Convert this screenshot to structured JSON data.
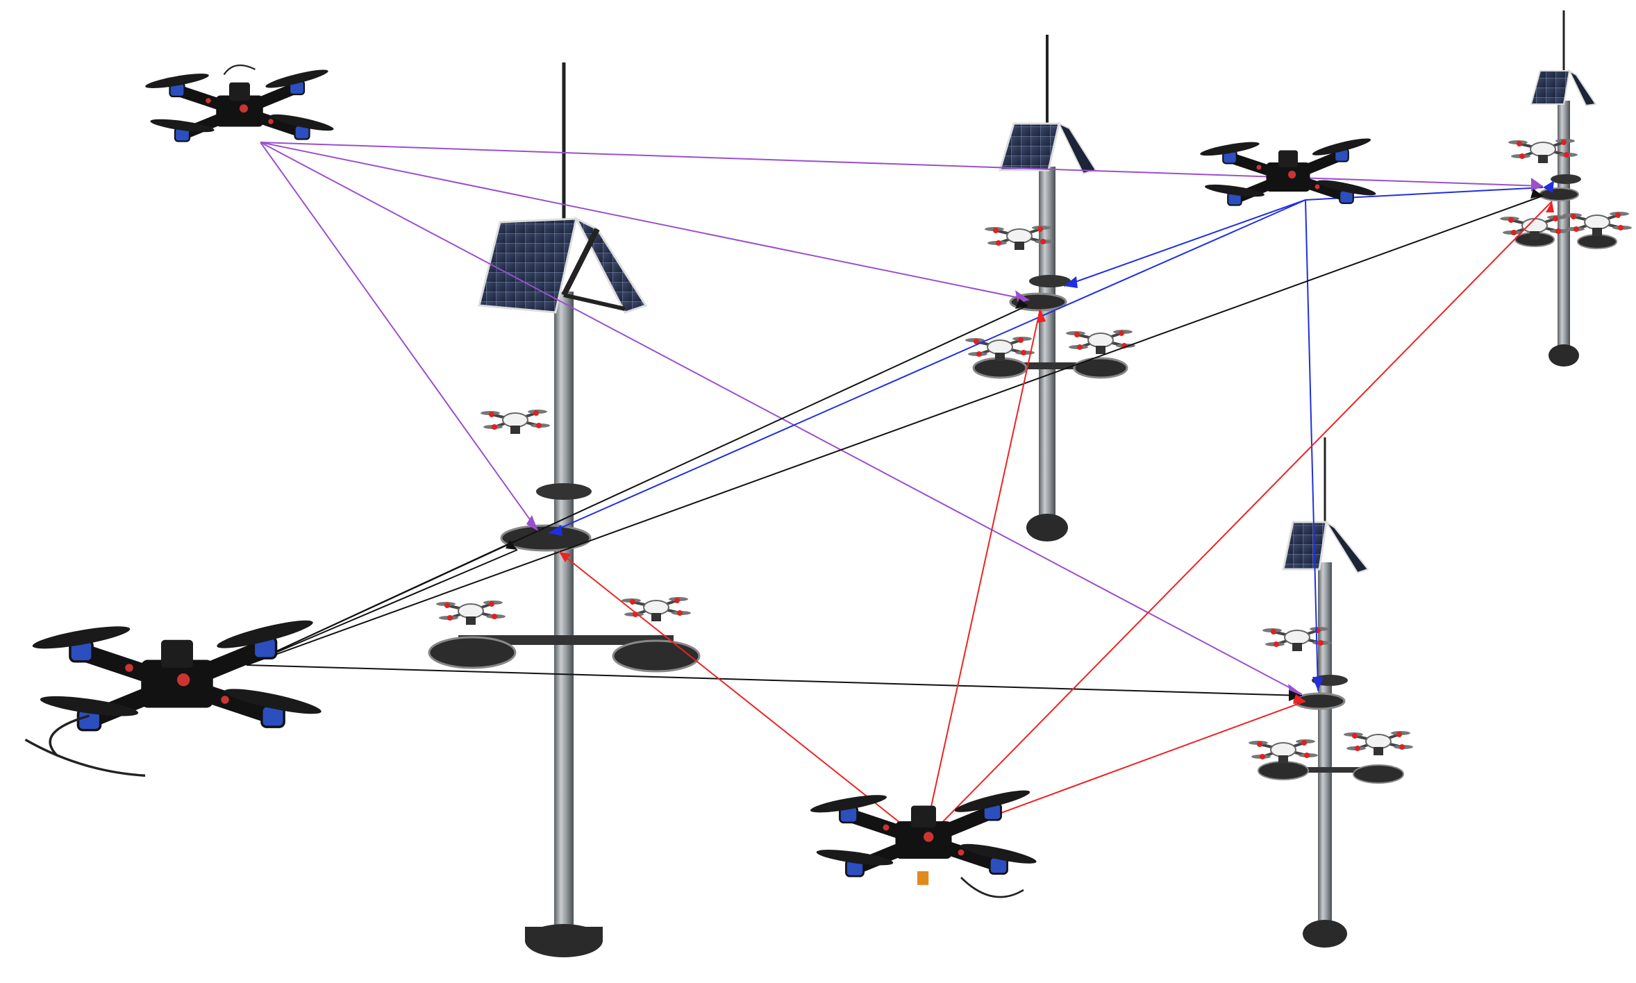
{
  "diagram": {
    "kind": "drone-network-illustration",
    "text_labels": [],
    "colors": {
      "background": "#ffffff",
      "purple_link": "#9b4fcf",
      "blue_link": "#1f2fe0",
      "black_link": "#111111",
      "red_link": "#ee2222",
      "pole_metal": "#8a8f94",
      "solar_panel": "#2a3550",
      "drone_body": "#121212",
      "motor_blue": "#2b4fbf",
      "small_drone": "#e8e8e8"
    },
    "poles": [
      {
        "id": "pole-center",
        "has_solar_panel": true,
        "landing_pads": 2,
        "drones_docked": 2
      },
      {
        "id": "pole-mid",
        "has_solar_panel": true,
        "landing_pads": 2,
        "drones_docked": 2
      },
      {
        "id": "pole-far-right",
        "has_solar_panel": true,
        "landing_pads": 2,
        "drones_docked": 2
      },
      {
        "id": "pole-front-right",
        "has_solar_panel": true,
        "landing_pads": 2,
        "drones_docked": 2
      }
    ],
    "large_drones": [
      {
        "id": "drone-top-left",
        "link_color": "purple"
      },
      {
        "id": "drone-top-right",
        "link_color": "blue"
      },
      {
        "id": "drone-left",
        "link_color": "black"
      },
      {
        "id": "drone-bottom",
        "link_color": "red"
      }
    ],
    "links": {
      "purple": {
        "from": "drone-top-left",
        "to": [
          "pole-center",
          "pole-mid",
          "pole-far-right",
          "pole-front-right"
        ]
      },
      "blue": {
        "from": "drone-top-right",
        "to": [
          "pole-center",
          "pole-mid",
          "pole-front-right",
          "pole-far-right"
        ]
      },
      "black": {
        "from": "drone-left",
        "to": [
          "pole-center",
          "pole-mid",
          "pole-far-right",
          "pole-front-right"
        ]
      },
      "red": {
        "from": "drone-bottom",
        "to": [
          "pole-center",
          "pole-mid",
          "pole-far-right",
          "pole-front-right"
        ]
      }
    }
  }
}
